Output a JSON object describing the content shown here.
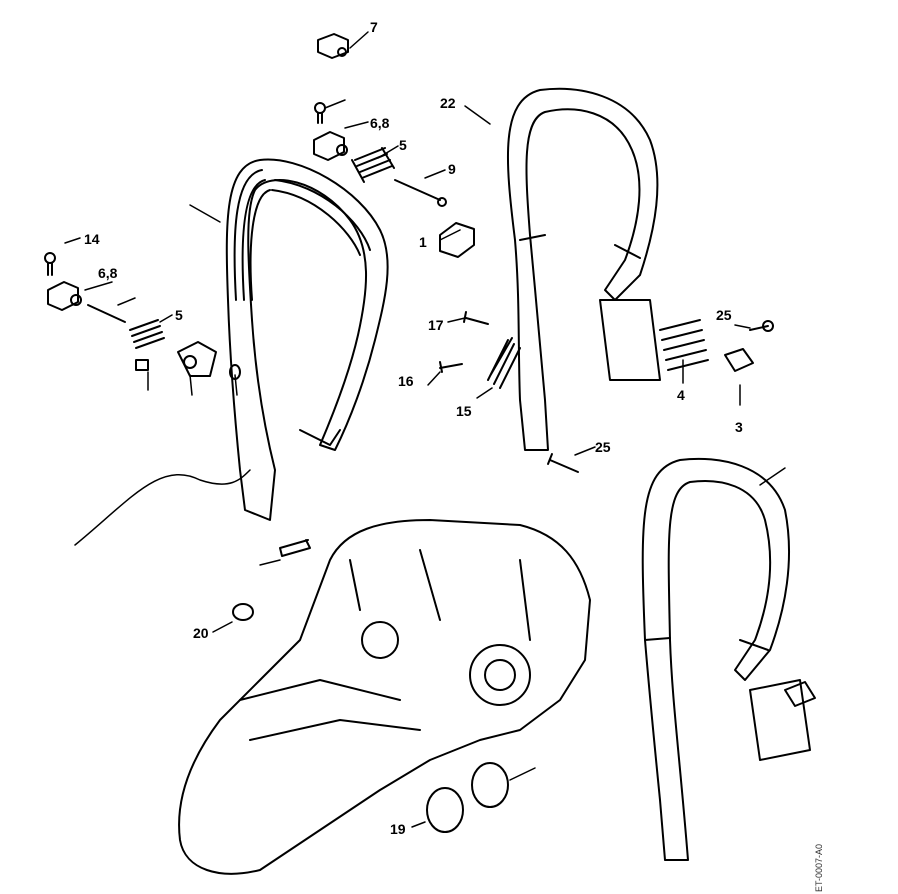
{
  "labels": {
    "l7": "7",
    "l68a": "6,8",
    "l5a": "5",
    "l9": "9",
    "l22": "22",
    "l1": "1",
    "l14": "14",
    "l68b": "6,8",
    "l5b": "5",
    "l17": "17",
    "l25a": "25",
    "l16": "16",
    "l15": "15",
    "l4": "4",
    "l3": "3",
    "l25b": "25",
    "l20": "20",
    "l19": "19"
  },
  "drawing_code": "ET-0007-A0"
}
